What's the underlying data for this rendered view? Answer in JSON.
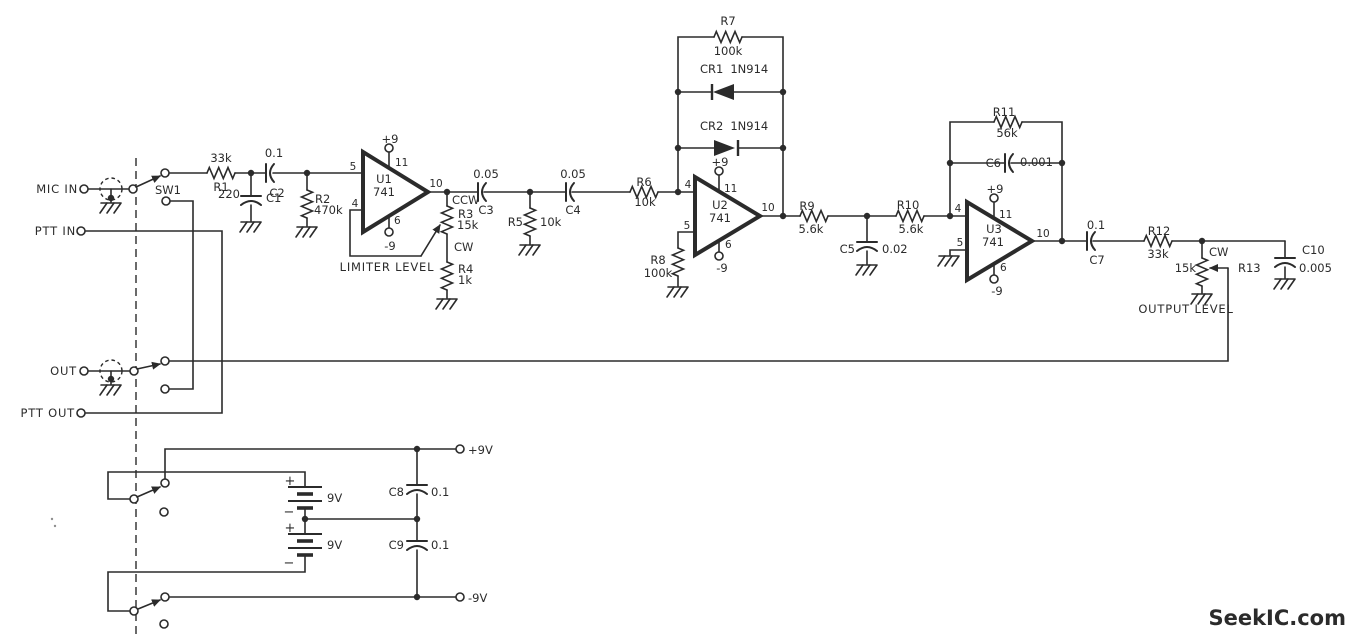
{
  "io": {
    "mic_in": "MIC IN",
    "ptt_in": "PTT IN",
    "out": "OUT",
    "ptt_out": "PTT OUT",
    "p9v": "+9V",
    "m9v": "-9V"
  },
  "sw": {
    "label": "SW1"
  },
  "power": {
    "p9": "+9",
    "m9": "-9"
  },
  "pots": {
    "ccw": "CCW",
    "cw": "CW",
    "limiter": "LIMITER LEVEL",
    "output": "OUTPUT LEVEL"
  },
  "battery": {
    "plus": "+",
    "minus": "−",
    "b1": "9V",
    "b2": "9V"
  },
  "r": {
    "r1": {
      "ref": "R1",
      "value": "33k"
    },
    "r2": {
      "ref": "R2",
      "value": "470k"
    },
    "r3": {
      "ref": "R3",
      "value": "15k"
    },
    "r4": {
      "ref": "R4",
      "value": "1k"
    },
    "r5": {
      "ref": "R5",
      "value": "10k"
    },
    "r6": {
      "ref": "R6",
      "value": "10k"
    },
    "r7": {
      "ref": "R7",
      "value": "100k"
    },
    "r8": {
      "ref": "R8",
      "value": "100k"
    },
    "r9": {
      "ref": "R9",
      "value": "5.6k"
    },
    "r10": {
      "ref": "R10",
      "value": "5.6k"
    },
    "r11": {
      "ref": "R11",
      "value": "56k"
    },
    "r12": {
      "ref": "R12",
      "value": "33k"
    },
    "r13": {
      "ref": "R13",
      "value": "15k"
    }
  },
  "c": {
    "c1": {
      "ref": "C1",
      "value": "220"
    },
    "c2": {
      "ref": "C2",
      "value": "0.1"
    },
    "c3": {
      "ref": "C3",
      "value": "0.05"
    },
    "c4": {
      "ref": "C4",
      "value": "0.05"
    },
    "c5": {
      "ref": "C5",
      "value": "0.02"
    },
    "c6": {
      "ref": "C6",
      "value": "0.001"
    },
    "c7": {
      "ref": "C7",
      "value": "0.1"
    },
    "c8": {
      "ref": "C8",
      "value": "0.1"
    },
    "c9": {
      "ref": "C9",
      "value": "0.1"
    },
    "c10": {
      "ref": "C10",
      "value": "0.005"
    }
  },
  "d": {
    "cr1": {
      "ref": "CR1",
      "value": "1N914"
    },
    "cr2": {
      "ref": "CR2",
      "value": "1N914"
    }
  },
  "u": {
    "u1": {
      "ref": "U1",
      "part": "741",
      "pin_top": "5",
      "pin_bottom": "4",
      "pin_vplus": "11",
      "pin_vminus": "6",
      "pin_out": "10"
    },
    "u2": {
      "ref": "U2",
      "part": "741",
      "pin_top": "4",
      "pin_bottom": "5",
      "pin_vplus": "11",
      "pin_vminus": "6",
      "pin_out": "10"
    },
    "u3": {
      "ref": "U3",
      "part": "741",
      "pin_top": "4",
      "pin_bottom": "5",
      "pin_vplus": "11",
      "pin_vminus": "6",
      "pin_out": "10"
    }
  },
  "watermark": {
    "text": "SeekIC.com",
    "color": "#6b6b6b"
  }
}
